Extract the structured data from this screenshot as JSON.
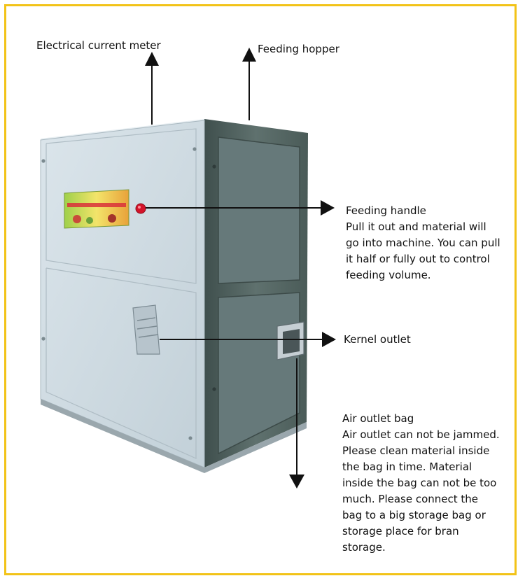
{
  "colors": {
    "border": "#f2c318",
    "front_panel": "#cfdbe2",
    "side_panel": "#5a6c69",
    "arrow": "#111111",
    "knob": "#d4142a"
  },
  "callouts": {
    "current_meter": {
      "title": "Electrical current meter"
    },
    "feeding_hopper": {
      "title": "Feeding hopper"
    },
    "feeding_handle": {
      "title": "Feeding handle",
      "lines": [
        "Pull it out and material will",
        "go into machine. You can pull",
        "it half or fully out to control",
        "feeding volume."
      ]
    },
    "kernel_outlet": {
      "title": "Kernel outlet"
    },
    "air_outlet_bag": {
      "title": "Air outlet bag",
      "lines": [
        "Air outlet can not be jammed.",
        "Please clean material inside",
        "the bag in time. Material",
        "inside the bag can not be too",
        "much. Please connect the",
        "bag to a big storage bag or",
        "storage place for bran",
        "storage."
      ]
    }
  }
}
